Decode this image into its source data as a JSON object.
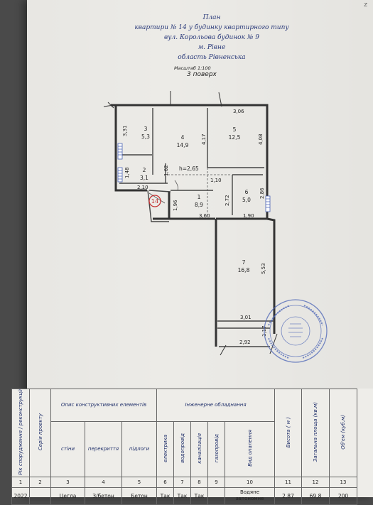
{
  "header": {
    "line1": "План",
    "line2": "квартири № 14 у будинку квартирного типу",
    "line3": "вул. Корольова будинок № 9",
    "line4": "м. Рівне",
    "line5": "область Рівненська"
  },
  "scale_label": "Масштаб 1:100",
  "floor_label": "3 поверх",
  "apartment_number": "14",
  "ceiling_height": "h=2,65",
  "rooms": [
    {
      "num": "1",
      "area": "8,9"
    },
    {
      "num": "2",
      "area": "3,1"
    },
    {
      "num": "3",
      "area": "5,3"
    },
    {
      "num": "4",
      "area": "14,9"
    },
    {
      "num": "5",
      "area": "12,5"
    },
    {
      "num": "6",
      "area": "5,0"
    },
    {
      "num": "7",
      "area": "16,8"
    }
  ],
  "dimensions": {
    "d_306": "3,06",
    "d_331": "3,31",
    "d_417": "4,17",
    "d_408": "4,08",
    "d_148": "1,48",
    "d_162": "1,62",
    "d_210": "2,10",
    "d_110": "1,10",
    "d_272": "2,72",
    "d_286": "2,86",
    "d_196": "1,96",
    "d_360": "3,60",
    "d_190": "1,90",
    "d_553": "5,53",
    "d_301": "3,01",
    "d_117": "1,17",
    "d_292": "2,92"
  },
  "table": {
    "h_year": "Рік спорудження / реконструкції",
    "h_series": "Серія проекту",
    "h_desc": "Опис конструктивних елементів",
    "h_walls": "стіни",
    "h_floors": "перекриття",
    "h_floor_cover": "підлоги",
    "h_utilities": "Інженерне обладнання",
    "h_electric": "електрика",
    "h_water": "водопровід",
    "h_sewer": "каналізація",
    "h_gas": "газопровід",
    "h_heating": "Вид опалення",
    "h_height": "Висота ( м )",
    "h_total_area": "Загальна площа (кв.м)",
    "h_volume": "Об'єм (куб.м)",
    "col_numbers": [
      "1",
      "2",
      "3",
      "4",
      "5",
      "6",
      "7",
      "8",
      "9",
      "10",
      "11",
      "12",
      "13"
    ],
    "row": {
      "year": "2022",
      "series": "",
      "walls": "Цегла",
      "floors": "З/бетон",
      "floor_cover": "Бетон",
      "electric": "Так",
      "water": "Так",
      "sewer": "Так",
      "gas": "",
      "heating": "Водяне автономне",
      "height": "2,87",
      "total_area": "69,8",
      "volume": "200"
    }
  },
  "corner_mark": "Z",
  "colors": {
    "ink_blue": "#2a3a7a",
    "stamp_blue": "#4a63b5",
    "paper": "#ecebe7"
  }
}
